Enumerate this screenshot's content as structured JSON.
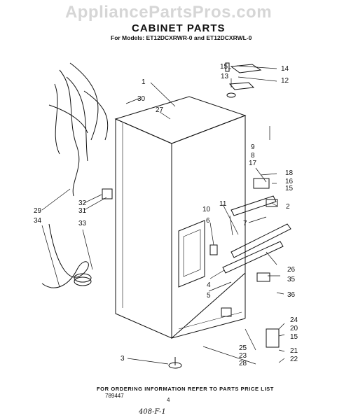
{
  "watermark": "AppliancePartsPros.com",
  "title": "CABINET PARTS",
  "models_line": "For Models: ET12DCXRWR-0 and ET12DCXRWL-0",
  "footer": "FOR ORDERING INFORMATION REFER TO PARTS PRICE LIST",
  "doc_number": "789447",
  "page_number": "4",
  "handwritten_code": "408-F-1",
  "callouts": {
    "c1": "1",
    "c2": "2",
    "c3": "3",
    "c4": "4",
    "c5": "5",
    "c6": "6",
    "c7": "7",
    "c8": "8",
    "c9": "9",
    "c10": "10",
    "c11": "11",
    "c12": "12",
    "c13": "13",
    "c14": "14",
    "c15a": "15",
    "c15b": "15",
    "c15c": "15",
    "c16": "16",
    "c17": "17",
    "c18": "18",
    "c20": "20",
    "c21": "21",
    "c22": "22",
    "c23": "23",
    "c24": "24",
    "c25": "25",
    "c26": "26",
    "c27": "27",
    "c28": "28",
    "c29": "29",
    "c30": "30",
    "c31": "31",
    "c32": "32",
    "c33": "33",
    "c34": "34",
    "c35": "35",
    "c36": "36"
  }
}
